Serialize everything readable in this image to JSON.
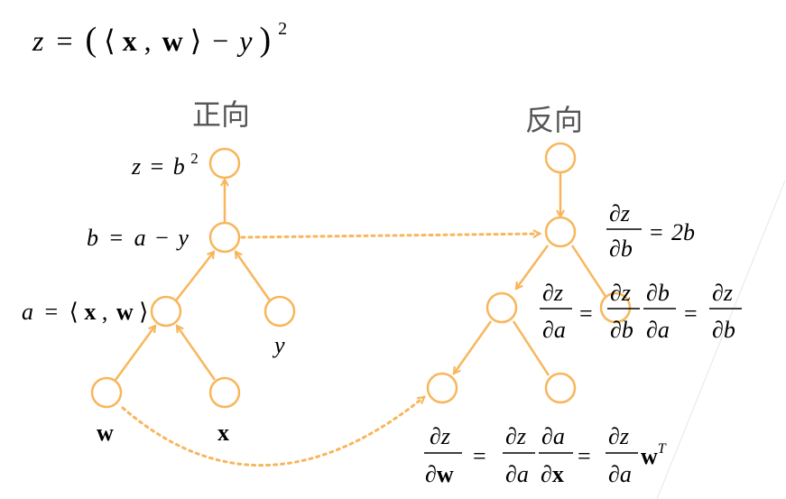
{
  "colors": {
    "accent": "#f8b65c",
    "text": "#000000",
    "heading": "#555555"
  },
  "equation": {
    "lhs": "z",
    "eq": "=",
    "open": "(",
    "lang": "⟨",
    "x": "x",
    "comma": ",",
    "w": "w",
    "rang": "⟩",
    "minus": "−",
    "y": "y",
    "close": ")",
    "exp": "2"
  },
  "forward": {
    "title": "正向",
    "z_label": {
      "lhs": "z",
      "eq": "=",
      "base": "b",
      "exp": "2"
    },
    "b_label": {
      "lhs": "b",
      "eq": "=",
      "a": "a",
      "minus": "−",
      "y": "y"
    },
    "a_label": {
      "lhs": "a",
      "eq": "=",
      "lang": "⟨",
      "x": "x",
      "comma": ",",
      "w": "w",
      "rang": "⟩"
    },
    "y_label": "y",
    "w_label": "w",
    "x_label": "x"
  },
  "backward": {
    "title": "反向",
    "grad_b": {
      "num": "∂z",
      "den": "∂b",
      "eq": "=",
      "rhs": "2b"
    },
    "grad_a": {
      "num1": "∂z",
      "den1": "∂a",
      "eq1": "=",
      "num2": "∂z",
      "den2": "∂b",
      "num3": "∂b",
      "den3": "∂a",
      "eq2": "=",
      "num4": "∂z",
      "den4": "∂b"
    },
    "grad_w": {
      "num1": "∂z",
      "den1": "∂w",
      "eq1": "=",
      "num2": "∂z",
      "den2": "∂a",
      "num3": "∂a",
      "den3": "∂x",
      "eq2": "=",
      "num4": "∂z",
      "den4": "∂a",
      "w": "w",
      "sup": "T"
    }
  }
}
